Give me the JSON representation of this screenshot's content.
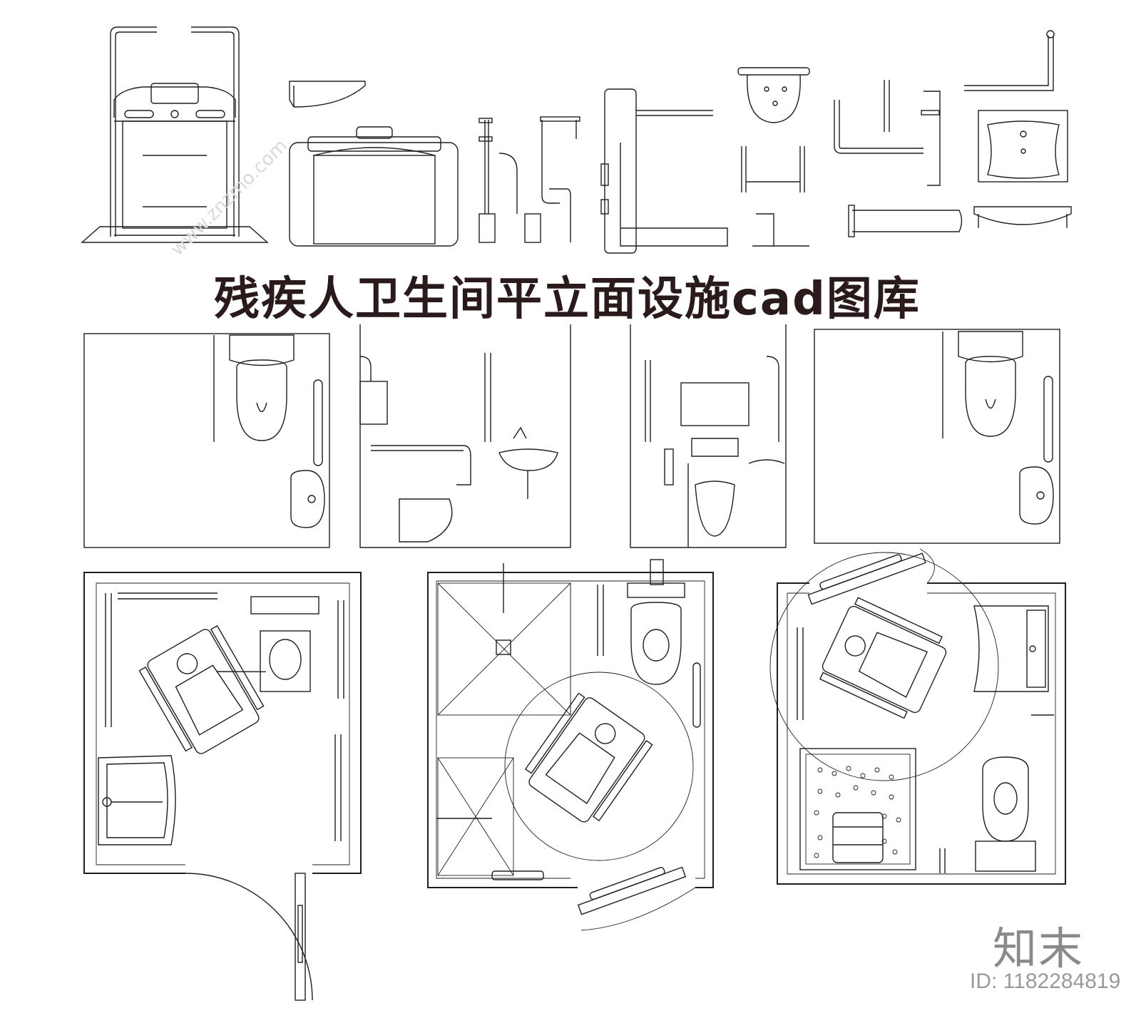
{
  "title": "残疾人卫生间平立面设施cad图库",
  "logo": "知末",
  "id_text": "ID: 1182284819",
  "watermark": "www.znzmo.com",
  "colors": {
    "line": "#1e1e1e",
    "title": "#2a1a1c",
    "logo": "#8a8a8a"
  }
}
